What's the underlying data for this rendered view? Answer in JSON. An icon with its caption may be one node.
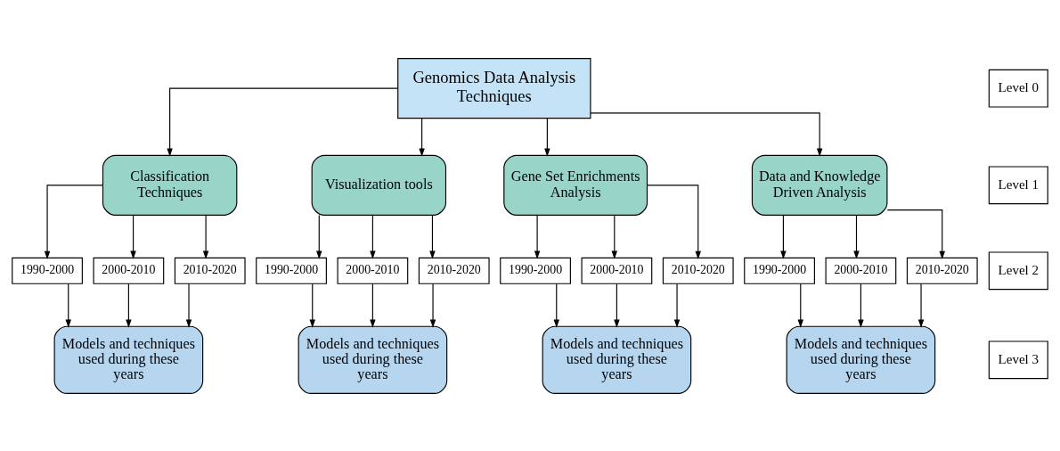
{
  "diagram": {
    "nodes": [
      {
        "text": [
          "Genomics Data Analysis Techniques"
        ]
      },
      {
        "text": [
          "Level 0"
        ]
      },
      {
        "text": [
          "Classification Techniques"
        ]
      },
      {
        "text": [
          "Visualization tools"
        ]
      },
      {
        "text": [
          "Gene Set Enrichments Analysis"
        ]
      },
      {
        "text": [
          "Data and Knowledge Driven Analysis"
        ]
      },
      {
        "text": [
          "Level 1"
        ]
      },
      {
        "text": [
          "1990-2000"
        ]
      },
      {
        "text": [
          "2000-2010"
        ]
      },
      {
        "text": [
          "2010-2020"
        ]
      },
      {
        "text": [
          "1990-2000"
        ]
      },
      {
        "text": [
          "2000-2010"
        ]
      },
      {
        "text": [
          "2010-2020"
        ]
      },
      {
        "text": [
          "1990-2000"
        ]
      },
      {
        "text": [
          "2000-2010"
        ]
      },
      {
        "text": [
          "2010-2020"
        ]
      },
      {
        "text": [
          "1990-2000"
        ]
      },
      {
        "text": [
          "2000-2010"
        ]
      },
      {
        "text": [
          "2010-2020"
        ]
      },
      {
        "text": [
          "Level 2"
        ]
      },
      {
        "text": [
          "Models and techniques used during these years"
        ]
      },
      {
        "text": [
          "Models and techniques used during these years"
        ]
      },
      {
        "text": [
          "Models and techniques used during these years"
        ]
      },
      {
        "text": [
          "Models and techniques used during these years"
        ]
      },
      {
        "text": [
          "Level 3"
        ]
      }
    ],
    "edges": [
      {
        "from": 0,
        "to": 2,
        "arrow": "to"
      },
      {
        "from": 0,
        "to": 3,
        "arrow": "to"
      },
      {
        "from": 0,
        "to": 4,
        "arrow": "to"
      },
      {
        "from": 0,
        "to": 5,
        "arrow": "to"
      },
      {
        "from": 2,
        "to": 7,
        "arrow": "to"
      },
      {
        "from": 2,
        "to": 8,
        "arrow": "to"
      },
      {
        "from": 2,
        "to": 9,
        "arrow": "to"
      },
      {
        "from": 3,
        "to": 10,
        "arrow": "to"
      },
      {
        "from": 3,
        "to": 11,
        "arrow": "to"
      },
      {
        "from": 3,
        "to": 12,
        "arrow": "to"
      },
      {
        "from": 4,
        "to": 13,
        "arrow": "to"
      },
      {
        "from": 4,
        "to": 14,
        "arrow": "to"
      },
      {
        "from": 4,
        "to": 15,
        "arrow": "to"
      },
      {
        "from": 5,
        "to": 16,
        "arrow": "to"
      },
      {
        "from": 5,
        "to": 17,
        "arrow": "to"
      },
      {
        "from": 5,
        "to": 18,
        "arrow": "to"
      },
      {
        "from": 7,
        "to": 20,
        "arrow": "to"
      },
      {
        "from": 8,
        "to": 20,
        "arrow": "to"
      },
      {
        "from": 9,
        "to": 20,
        "arrow": "to"
      },
      {
        "from": 10,
        "to": 21,
        "arrow": "to"
      },
      {
        "from": 11,
        "to": 21,
        "arrow": "to"
      },
      {
        "from": 12,
        "to": 21,
        "arrow": "to"
      },
      {
        "from": 13,
        "to": 22,
        "arrow": "to"
      },
      {
        "from": 14,
        "to": 22,
        "arrow": "to"
      },
      {
        "from": 15,
        "to": 22,
        "arrow": "to"
      },
      {
        "from": 16,
        "to": 23,
        "arrow": "to"
      },
      {
        "from": 17,
        "to": 23,
        "arrow": "to"
      },
      {
        "from": 18,
        "to": 23,
        "arrow": "to"
      }
    ]
  }
}
